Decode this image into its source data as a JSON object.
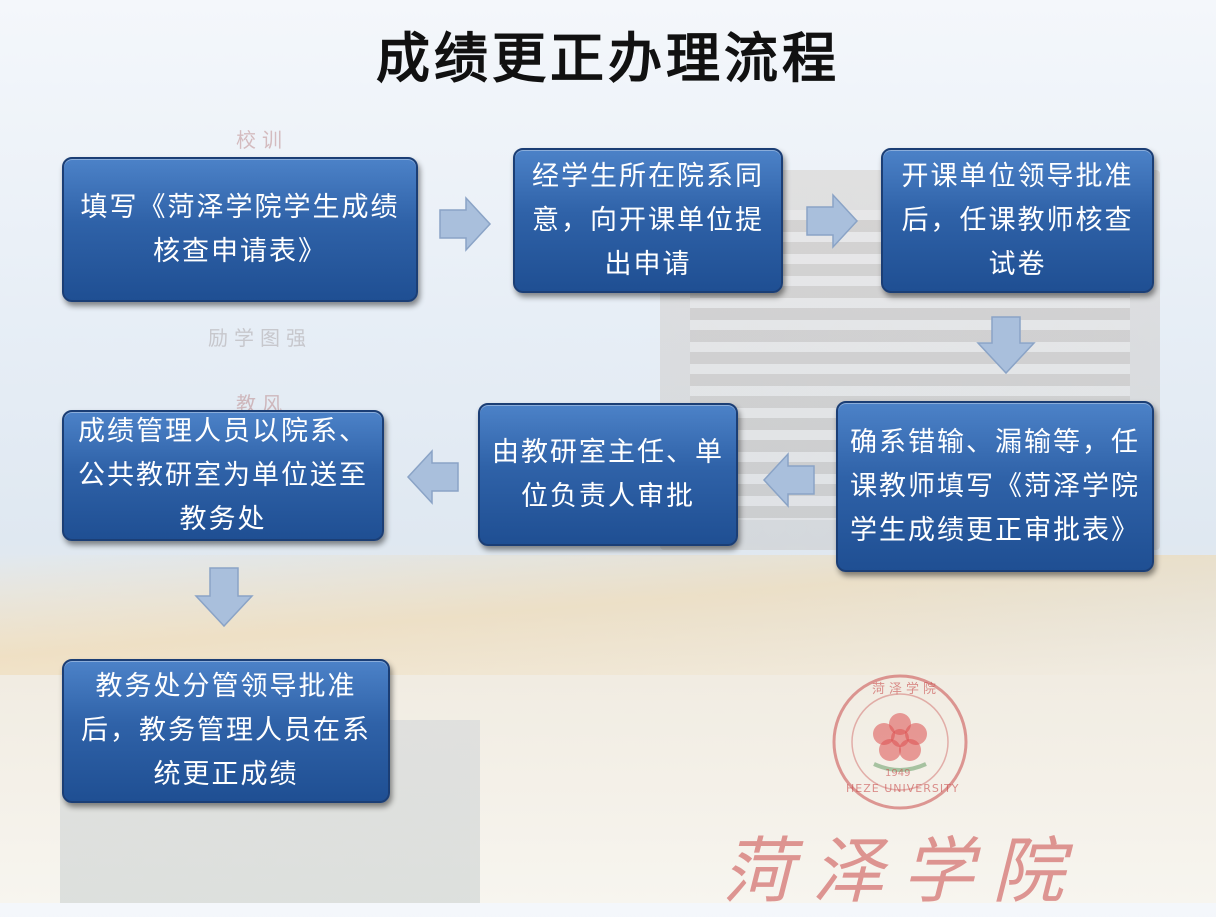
{
  "title": "成绩更正办理流程",
  "background": {
    "motto_heading_1": "校训",
    "motto_heading_2": "教风",
    "motto_line_2": "励学图强",
    "school_logo_text": "菏泽学院",
    "seal_text_top": "菏泽学院",
    "seal_text_bottom": "HEZE UNIVERSITY",
    "seal_year": "1949"
  },
  "steps": [
    {
      "id": "1",
      "text": "填写《菏泽学院学生成绩核查申请表》"
    },
    {
      "id": "2",
      "text": "经学生所在院系同意，向开课单位提出申请"
    },
    {
      "id": "3",
      "text": "开课单位领导批准后，任课教师核查试卷"
    },
    {
      "id": "4",
      "text": "确系错输、漏输等，任课教师填写《菏泽学院学生成绩更正审批表》"
    },
    {
      "id": "5",
      "text": "由教研室主任、单位负责人审批"
    },
    {
      "id": "6",
      "text": "成绩管理人员以院系、公共教研室为单位送至教务处"
    },
    {
      "id": "7",
      "text": "教务处分管领导批准后，教务管理人员在系统更正成绩"
    }
  ],
  "colors": {
    "box_fill": "#2f62a8",
    "box_border": "#1b3e75",
    "box_text": "#ffffff",
    "arrow_fill": "#a9bfdc",
    "arrow_stroke": "#8aa3c6",
    "seal_red": "#c84a4a"
  }
}
